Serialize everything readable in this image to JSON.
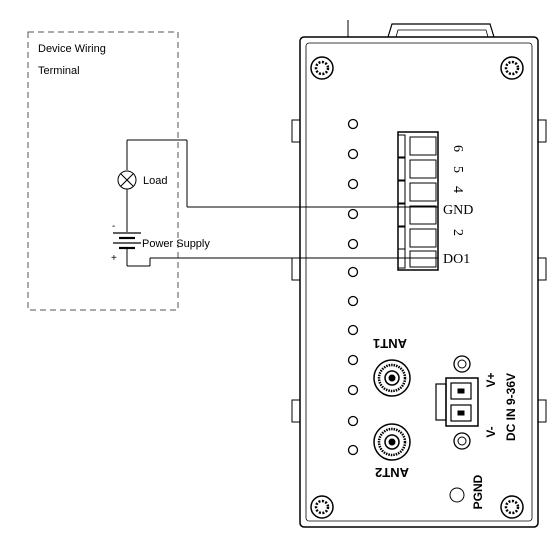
{
  "wiring_box": {
    "title_line1": "Device Wiring",
    "title_line2": "Terminal"
  },
  "components": {
    "load_label": "Load",
    "power_supply_label": "Power Supply",
    "minus_sign": "-",
    "plus_sign": "+"
  },
  "terminal_block": {
    "pin_labels": [
      "6",
      "5",
      "4",
      "GND",
      "2",
      "DO1"
    ]
  },
  "antennas": {
    "ant1_label": "ANT1",
    "ant2_label": "ANT2"
  },
  "power_input": {
    "v_plus": "V+",
    "v_minus": "V-",
    "dc_label": "DC IN 9-36V",
    "pgnd_label": "PGND"
  },
  "colors": {
    "line": "#000000",
    "background": "#ffffff",
    "dashed_box": "#555555"
  }
}
